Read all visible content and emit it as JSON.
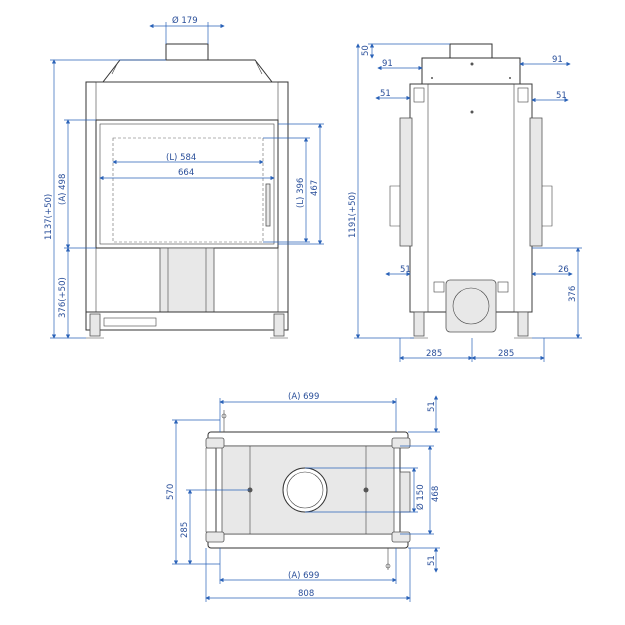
{
  "front_view": {
    "flue_diameter": "Ø 179",
    "total_height": "1137(+50)",
    "glass_height_a": "(A) 498",
    "base_height": "376(+50)",
    "glass_width_l": "(L) 584",
    "opening_width": "664",
    "glass_height_l": "(L) 396",
    "frame_height": "467"
  },
  "side_view": {
    "top_offset": "50",
    "flue_left": "91",
    "flue_right": "91",
    "side_left_top": "51",
    "side_right_top": "51",
    "total_height": "1191(+50)",
    "side_left_bottom": "51",
    "side_right_bottom": "26",
    "base_height": "376",
    "half_width_left": "285",
    "half_width_right": "285"
  },
  "top_view": {
    "width_a_top": "(A) 699",
    "offset_top": "51",
    "depth": "570",
    "half_depth": "285",
    "flue_diameter": "Ø 150",
    "inner_depth": "468",
    "offset_bottom": "51",
    "width_a_bottom": "(A) 699",
    "total_width": "808"
  }
}
